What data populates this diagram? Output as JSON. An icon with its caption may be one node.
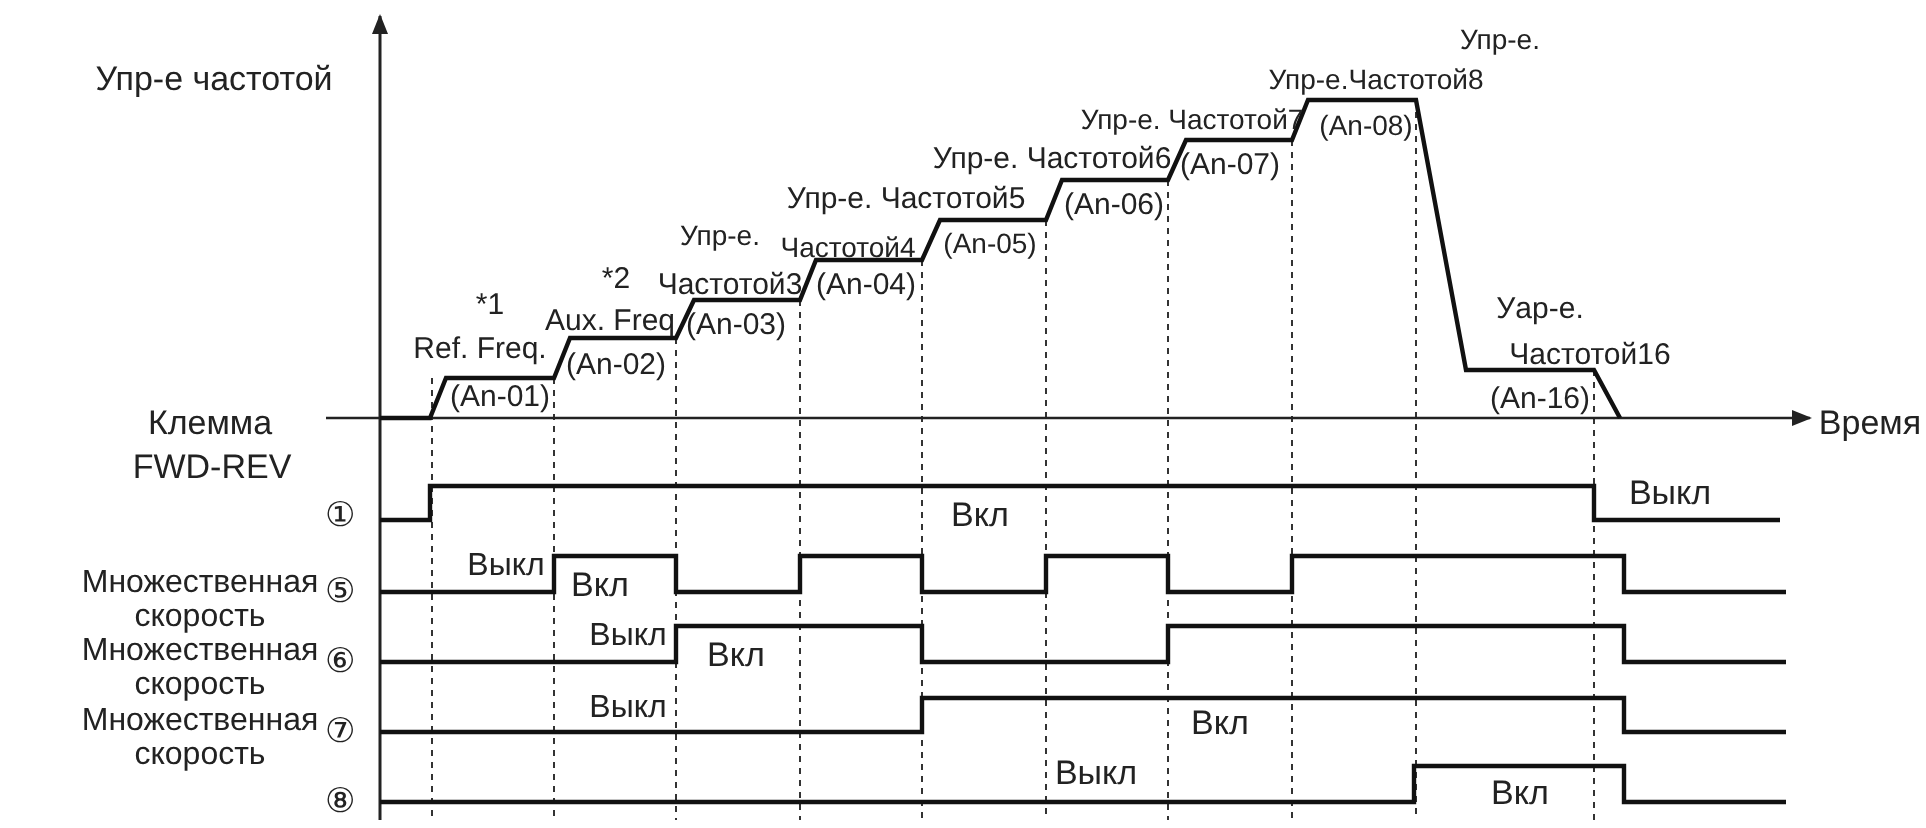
{
  "diagram": {
    "labels": [
      "Упр-е.",
      "Упр-е частотой",
      "Упр-е.Частотой8",
      "Упр-е. Частотой7",
      "(An-08)",
      "Упр-е. Частотой6",
      "(An-07)",
      "Упр-е. Частотой5",
      "(An-06)",
      "Упр-е.",
      "Частотой4",
      "(An-05)",
      "*2",
      "Частотой3",
      "(An-04)",
      "*1",
      "Уар-е.",
      "Aux. Freq",
      "(An-03)",
      "Ref. Freq.",
      "Частотой16",
      "(An-02)",
      "(An-01)",
      "(An-16)",
      "Клемма",
      "Время",
      "FWD-REV",
      "Выкл",
      "①",
      "Вкл",
      "Выкл",
      "Вкл",
      "Множественная скорость",
      "⑤",
      "Выкл",
      "Вкл",
      "Множественная скорость",
      "⑥",
      "Выкл",
      "Вкл",
      "Множественная скорость",
      "⑦",
      "⑧",
      "Выкл",
      "Вкл"
    ]
  }
}
